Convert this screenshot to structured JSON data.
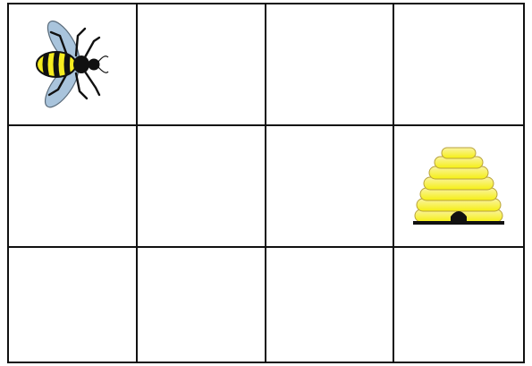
{
  "board": {
    "rows": 3,
    "cols": 4,
    "line_color": "#111111",
    "background": "#ffffff",
    "pieces": [
      {
        "name": "bee",
        "icon": "bee-icon",
        "row": 0,
        "col": 0
      },
      {
        "name": "beehive",
        "icon": "beehive-icon",
        "row": 1,
        "col": 3
      }
    ]
  },
  "colors": {
    "bee_yellow": "#f6ec1f",
    "bee_black": "#111111",
    "wing": "#a9c4dc",
    "hive_light": "#fbf4a3",
    "hive_dark": "#f5ef12"
  }
}
